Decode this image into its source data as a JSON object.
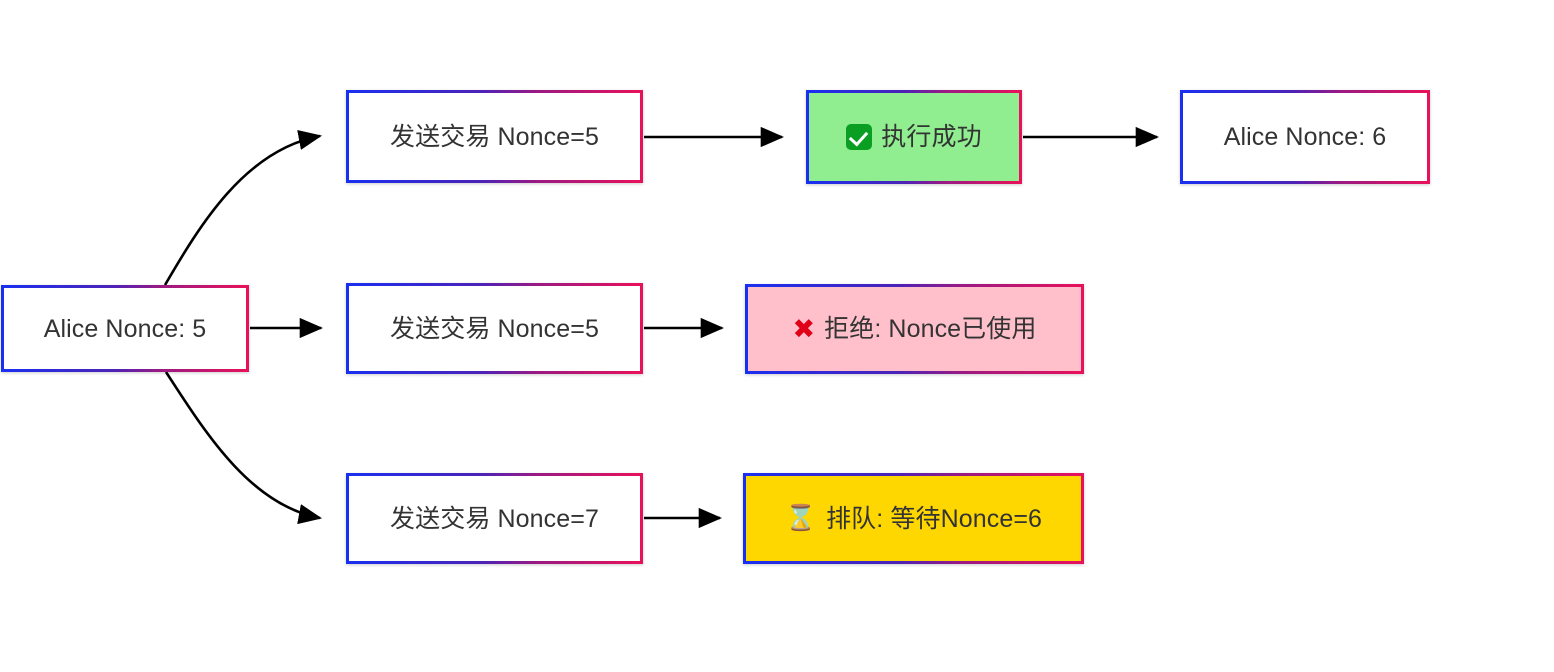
{
  "diagram": {
    "type": "flowchart",
    "title": "Ethereum Nonce handling flow",
    "background": "#ffffff",
    "border_gradient": [
      "#1a30f0",
      "#e8115b"
    ],
    "nodes": [
      {
        "id": "alice-start",
        "label": "Alice Nonce: 5",
        "icon": null,
        "fill": "#ffffff",
        "text_color": "#333333"
      },
      {
        "id": "tx1",
        "label": "发送交易 Nonce=5",
        "icon": null,
        "fill": "#ffffff",
        "text_color": "#333333"
      },
      {
        "id": "success",
        "label": "执行成功",
        "icon": "check-mark-emoji",
        "fill": "#90ee90",
        "text_color": "#333333"
      },
      {
        "id": "alice-end",
        "label": "Alice Nonce: 6",
        "icon": null,
        "fill": "#ffffff",
        "text_color": "#333333"
      },
      {
        "id": "tx2",
        "label": "发送交易 Nonce=5",
        "icon": null,
        "fill": "#ffffff",
        "text_color": "#333333"
      },
      {
        "id": "rejected",
        "label": "拒绝: Nonce已使用",
        "icon": "cross-mark-emoji",
        "icon_glyph": "✖",
        "fill": "#ffc0cb",
        "text_color": "#333333"
      },
      {
        "id": "tx3",
        "label": "发送交易 Nonce=7",
        "icon": null,
        "fill": "#ffffff",
        "text_color": "#333333"
      },
      {
        "id": "queued",
        "label": "排队: 等待Nonce=6",
        "icon": "hourglass-emoji",
        "icon_glyph": "⌛",
        "fill": "#ffd700",
        "text_color": "#333333"
      }
    ],
    "edges": [
      {
        "from": "alice-start",
        "to": "tx1",
        "style": "curved",
        "color": "#000000"
      },
      {
        "from": "alice-start",
        "to": "tx2",
        "style": "straight",
        "color": "#000000"
      },
      {
        "from": "alice-start",
        "to": "tx3",
        "style": "curved",
        "color": "#000000"
      },
      {
        "from": "tx1",
        "to": "success",
        "style": "straight",
        "color": "#000000"
      },
      {
        "from": "success",
        "to": "alice-end",
        "style": "straight",
        "color": "#000000"
      },
      {
        "from": "tx2",
        "to": "rejected",
        "style": "straight",
        "color": "#000000"
      },
      {
        "from": "tx3",
        "to": "queued",
        "style": "straight",
        "color": "#000000"
      }
    ]
  }
}
